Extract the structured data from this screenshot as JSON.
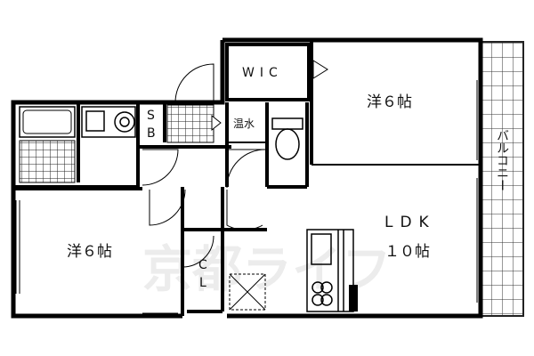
{
  "rooms": {
    "wic": "WIC",
    "western_top": "洋６帖",
    "western_left": "洋６帖",
    "sb_s": "S",
    "sb_b": "B",
    "water_heater": "温水",
    "balcony": "バルコニー",
    "ldk": "LDK",
    "ldk_size": "１０帖",
    "closet_c": "C",
    "closet_l": "L"
  },
  "watermark": "京都ライフ"
}
